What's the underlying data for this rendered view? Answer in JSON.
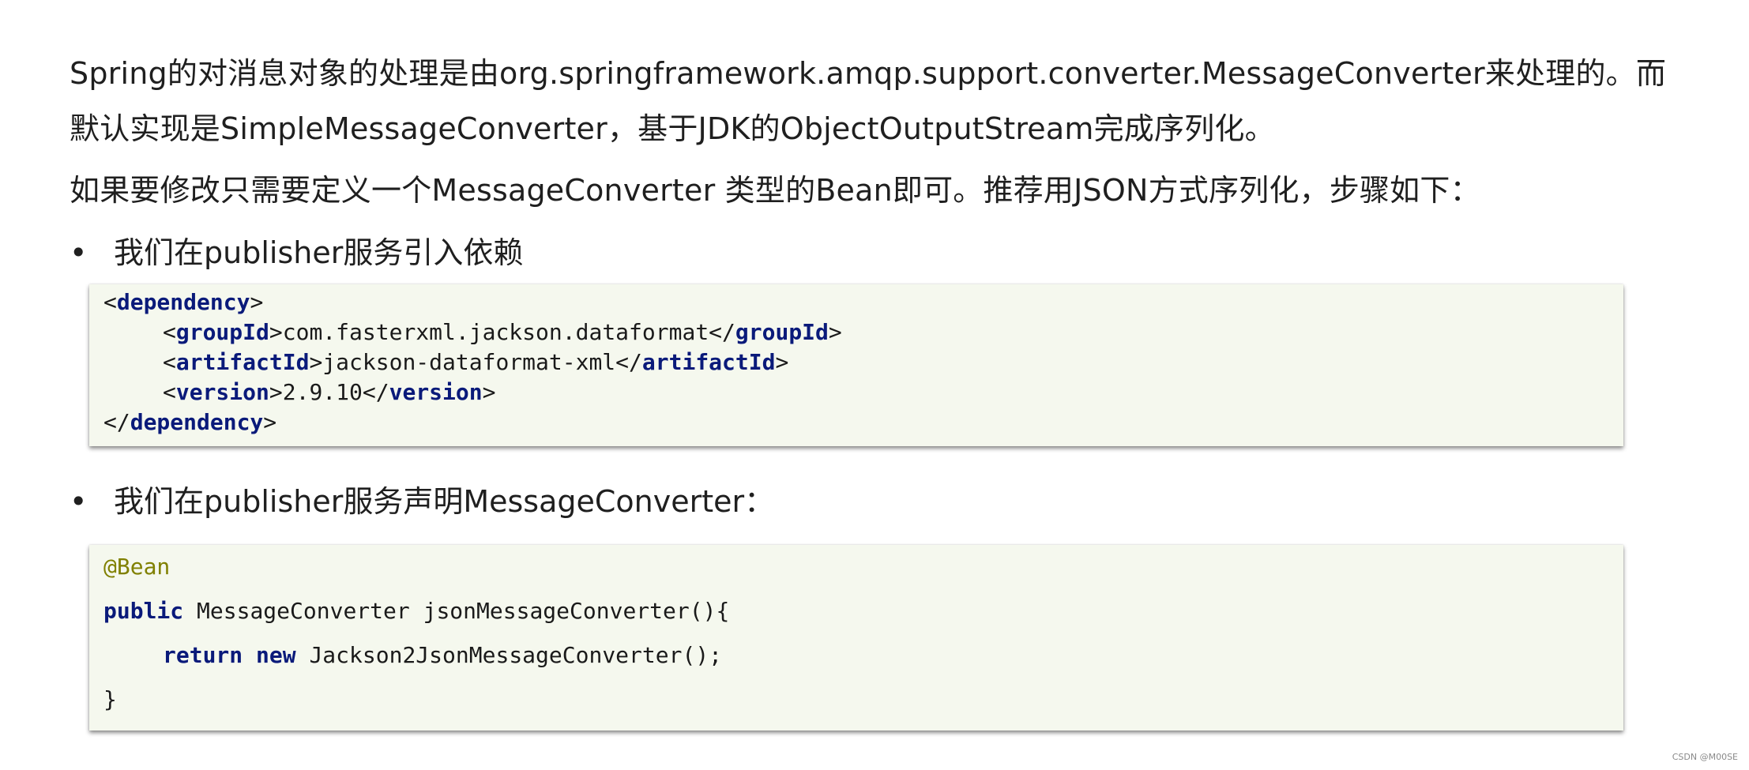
{
  "paragraphs": {
    "p1_line1": "Spring的对消息对象的处理是由org.springframework.amqp.support.converter.MessageConverter来处理的。而",
    "p1_line2": "默认实现是SimpleMessageConverter，基于JDK的ObjectOutputStream完成序列化。",
    "p2": "如果要修改只需要定义一个MessageConverter 类型的Bean即可。推荐用JSON方式序列化，步骤如下："
  },
  "bullets": [
    {
      "dot": "•",
      "text": "我们在publisher服务引入依赖"
    },
    {
      "dot": "•",
      "text": "我们在publisher服务声明MessageConverter："
    }
  ],
  "code1": {
    "lt": "<",
    "gt": ">",
    "lt_close": "</",
    "dependency": "dependency",
    "groupId": "groupId",
    "groupId_value": "com.fasterxml.jackson.dataformat",
    "artifactId": "artifactId",
    "artifactId_value": "jackson-dataformat-xml",
    "version": "version",
    "version_value": "2.9.10"
  },
  "code2": {
    "annotation": "@Bean",
    "kw_public": "public",
    "signature": " MessageConverter jsonMessageConverter(){",
    "kw_return": "return",
    "kw_new": "new",
    "ret_expr": " Jackson2JsonMessageConverter();",
    "close_brace": "}"
  },
  "watermark": "CSDN @M00SE",
  "colors": {
    "code_background": "#f5f8ee",
    "keyword": "#0a1a7a",
    "annotation": "#808000"
  }
}
